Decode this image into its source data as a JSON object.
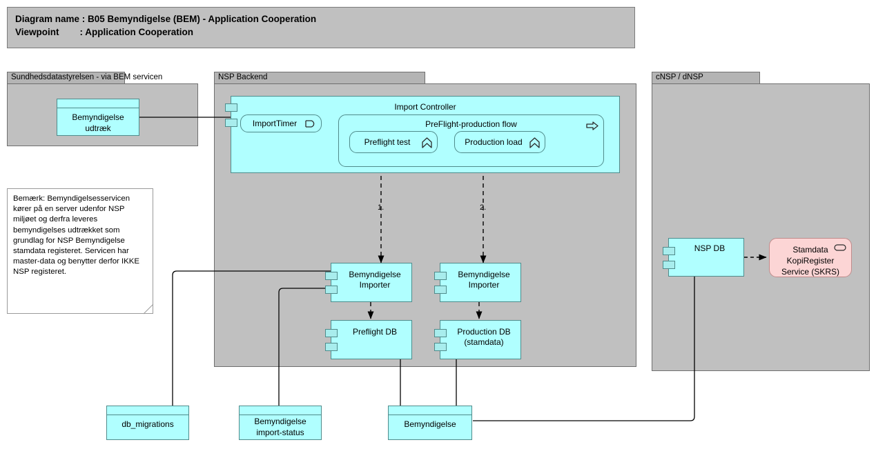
{
  "title": {
    "line1": "Diagram name : B05 Bemyndigelse (BEM) - Application Cooperation",
    "line2": "Viewpoint        : Application Cooperation"
  },
  "groups": [
    {
      "id": "sundhedsdatastyrelsen",
      "label": "Sundhedsdatastyrelsen - via BEM servicen"
    },
    {
      "id": "nsp-backend",
      "label": "NSP Backend"
    },
    {
      "id": "cnsp-dnsp",
      "label": "cNSP / dNSP"
    }
  ],
  "note": {
    "text": "Bemærk: Bemyndigelsesservicen kører på en server udenfor NSP miljøet og derfra leveres bemyndigelses udtrækket som grundlag for NSP Bemyndigelse stamdata registeret. Servicen har master-data og benytter derfor IKKE NSP registeret."
  },
  "elements": {
    "bemyndigelse_udtraek": {
      "label": "Bemyndigelse\nudtræk",
      "type": "data-object"
    },
    "import_controller": {
      "label": "Import Controller",
      "type": "application-component"
    },
    "import_timer": {
      "label": "ImportTimer",
      "type": "application-service",
      "icon": "application-service-icon"
    },
    "preflight_production_flow": {
      "label": "PreFlight-production flow",
      "type": "application-process",
      "icon": "arrow-right-icon"
    },
    "preflight_test": {
      "label": "Preflight test",
      "type": "application-process",
      "icon": "application-process-chevron-icon"
    },
    "production_load": {
      "label": "Production load",
      "type": "application-process",
      "icon": "application-process-chevron-icon"
    },
    "bemyndigelse_importer_1": {
      "label": "Bemyndigelse\nImporter",
      "type": "application-component"
    },
    "bemyndigelse_importer_2": {
      "label": "Bemyndigelse\nImporter",
      "type": "application-component"
    },
    "preflight_db": {
      "label": "Preflight DB",
      "type": "application-component"
    },
    "production_db": {
      "label": "Production DB\n(stamdata)",
      "type": "application-component"
    },
    "nsp_db": {
      "label": "NSP DB",
      "type": "application-component"
    },
    "skrs": {
      "label": "Stamdata\nKopiRegister\nService (SKRS)",
      "type": "application-service",
      "icon": "application-service-oval-icon"
    },
    "db_migrations": {
      "label": "db_migrations",
      "type": "data-object"
    },
    "bemyndigelse_import_status": {
      "label": "Bemyndigelse\nimport-status",
      "type": "data-object"
    },
    "bemyndigelse": {
      "label": "Bemyndigelse",
      "type": "data-object"
    }
  },
  "edge_labels": {
    "flow_1": "1.",
    "flow_2": "2."
  },
  "colors": {
    "application_fill": "#b0ffff",
    "application_stroke": "#4f8a8a",
    "service_fill": "#fcd5d5",
    "service_stroke": "#c08b8b",
    "group_fill": "#c0c0c0",
    "group_tab_fill": "#b4b4b4",
    "group_stroke": "#6e6e6e",
    "canvas": "#ffffff",
    "line": "#000000"
  }
}
